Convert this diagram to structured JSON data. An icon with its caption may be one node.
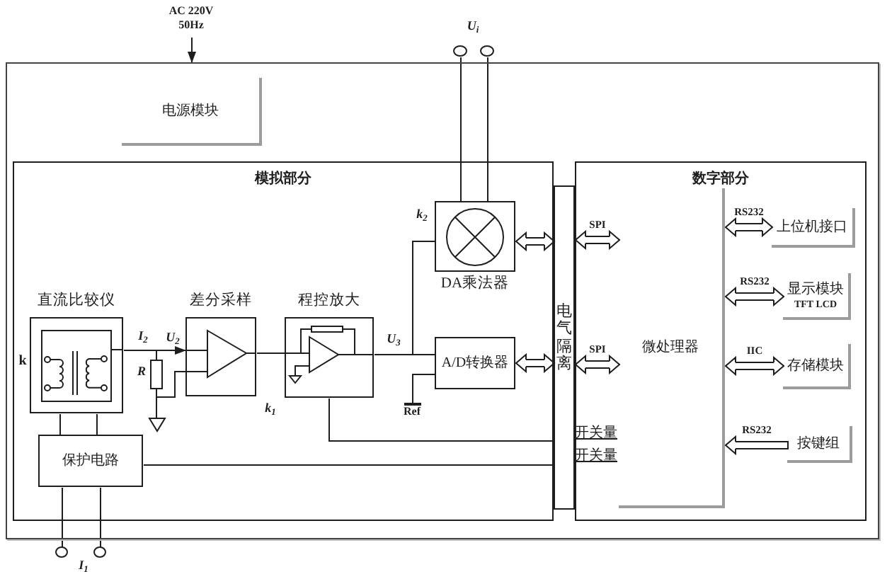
{
  "diagram": {
    "nodes": [
      {
        "text": [
          "AC 220V 50Hz"
        ]
      },
      {
        "text": [],
        "shape": "circle"
      },
      {
        "text": [],
        "shape": "circle"
      },
      {
        "text": [],
        "shape": "box"
      },
      {
        "text": [
          "电源模块"
        ],
        "in": 3
      },
      {
        "text": [
          "模拟部分"
        ],
        "in": 3
      },
      {
        "text": [
          "直流比较仪"
        ],
        "in": 5,
        "beside": [
          "k"
        ]
      },
      {
        "text": [
          "差分采样"
        ],
        "in": 5
      },
      {
        "text": [
          "程控放大"
        ],
        "in": 5
      },
      {
        "text": [
          "DA乘法器"
        ],
        "in": 5,
        "beside": [
          "k$_{2}$"
        ]
      },
      {
        "text": [
          "A/D转换器"
        ],
        "in": 5
      },
      {
        "text": [
          "Ref"
        ],
        "in": 5
      },
      {
        "text": [
          "保护电路"
        ],
        "in": 5
      },
      {
        "text": [
          "电气隔离"
        ],
        "in": 3
      },
      {
        "text": [
          "数字部分"
        ],
        "in": 3
      },
      {
        "text": [
          "微处理器"
        ],
        "in": 14
      },
      {
        "text": [
          "上位机接口"
        ],
        "in": 14
      },
      {
        "text": [
          "显示模块",
          "TFT LCD"
        ],
        "in": 14
      },
      {
        "text": [
          "存储模块"
        ],
        "in": 14
      },
      {
        "text": [
          "按键组"
        ],
        "in": 14
      },
      {
        "text": [],
        "shape": "circle"
      },
      {
        "text": [],
        "shape": "circle"
      }
    ],
    "edges": [
      {
        "from": 0,
        "to": 3,
        "arrow": "to"
      },
      {
        "from": 1,
        "to": 9,
        "arrow": "none"
      },
      {
        "from": 2,
        "to": 9,
        "arrow": "none"
      },
      {
        "from": 6,
        "to": 7,
        "arrow": "to"
      },
      {
        "from": 7,
        "to": 8,
        "arrow": "none"
      },
      {
        "from": 8,
        "to": 10,
        "arrow": "none"
      },
      {
        "from": 8,
        "to": 9,
        "arrow": "none"
      },
      {
        "from": 11,
        "to": 10,
        "arrow": "other"
      },
      {
        "from": 9,
        "to": 13,
        "arrow": "both"
      },
      {
        "from": 10,
        "to": 13,
        "arrow": "both"
      },
      {
        "from": 13,
        "to": 15,
        "arrow": "both",
        "label": "SPI"
      },
      {
        "from": 13,
        "to": 15,
        "arrow": "both",
        "label": "SPI"
      },
      {
        "from": 15,
        "to": 16,
        "arrow": "both",
        "label": "RS232"
      },
      {
        "from": 15,
        "to": 17,
        "arrow": "both",
        "label": "RS232"
      },
      {
        "from": 15,
        "to": 18,
        "arrow": "both",
        "label": "IIC"
      },
      {
        "from": 19,
        "to": 15,
        "arrow": "to",
        "label": "RS232"
      },
      {
        "from": 8,
        "to": 13,
        "arrow": "none"
      },
      {
        "from": 12,
        "to": 13,
        "arrow": "none"
      },
      {
        "from": 6,
        "to": 12,
        "arrow": "none"
      },
      {
        "from": 6,
        "to": 12,
        "arrow": "none"
      },
      {
        "from": 12,
        "to": 20,
        "arrow": "none"
      },
      {
        "from": 12,
        "to": 21,
        "arrow": "none"
      }
    ],
    "labels": [
      "U$_{i}$",
      "I$_{2}$",
      "U$_{2}$",
      "U$_{3}$",
      "R",
      "k$_{1}$",
      "开关量",
      "开关量",
      "I$_{1}$"
    ]
  }
}
